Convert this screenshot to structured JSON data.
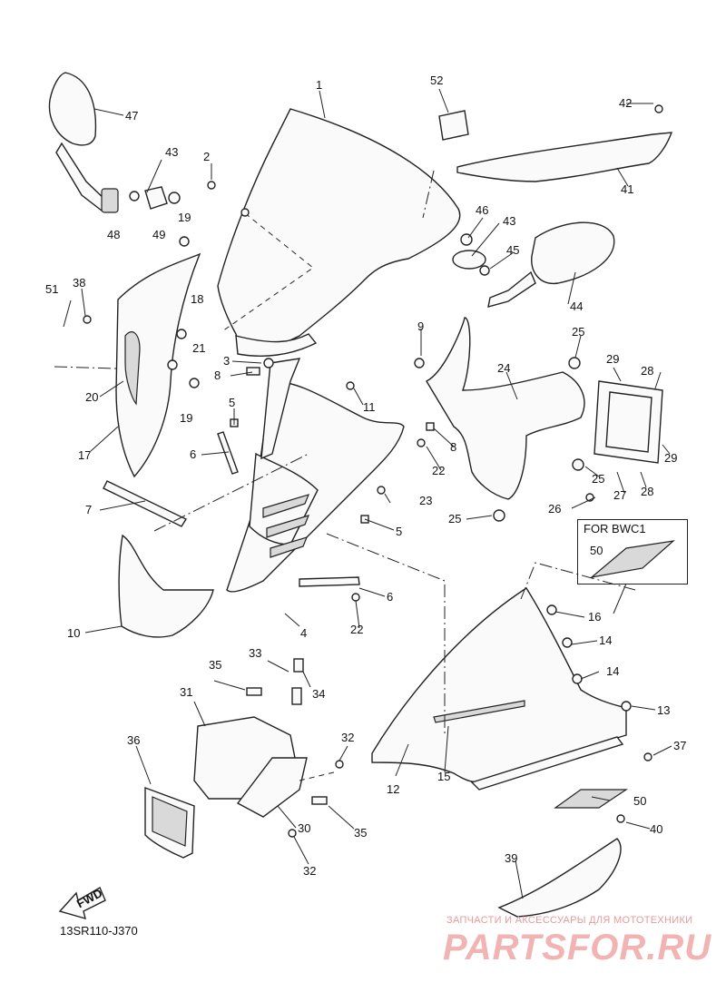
{
  "diagram": {
    "callouts": [
      "1",
      "2",
      "3",
      "4",
      "5",
      "5",
      "6",
      "6",
      "7",
      "8",
      "8",
      "9",
      "10",
      "11",
      "12",
      "13",
      "14",
      "14",
      "15",
      "16",
      "17",
      "18",
      "19",
      "19",
      "20",
      "21",
      "22",
      "22",
      "23",
      "24",
      "25",
      "25",
      "25",
      "26",
      "27",
      "28",
      "28",
      "29",
      "29",
      "30",
      "31",
      "32",
      "32",
      "33",
      "34",
      "35",
      "35",
      "36",
      "37",
      "38",
      "39",
      "40",
      "41",
      "42",
      "43",
      "43",
      "44",
      "45",
      "46",
      "47",
      "48",
      "49",
      "50",
      "50",
      "51",
      "52"
    ],
    "variant_label": "FOR BWC1",
    "diagram_code": "13SR110-J370",
    "fwd_label": "FWD"
  },
  "watermark": {
    "caption": "ЗАПЧАСТИ И АКСЕССУАРЫ ДЛЯ МОТОТЕХНИКИ",
    "logo": "PARTSFOR.RU"
  }
}
